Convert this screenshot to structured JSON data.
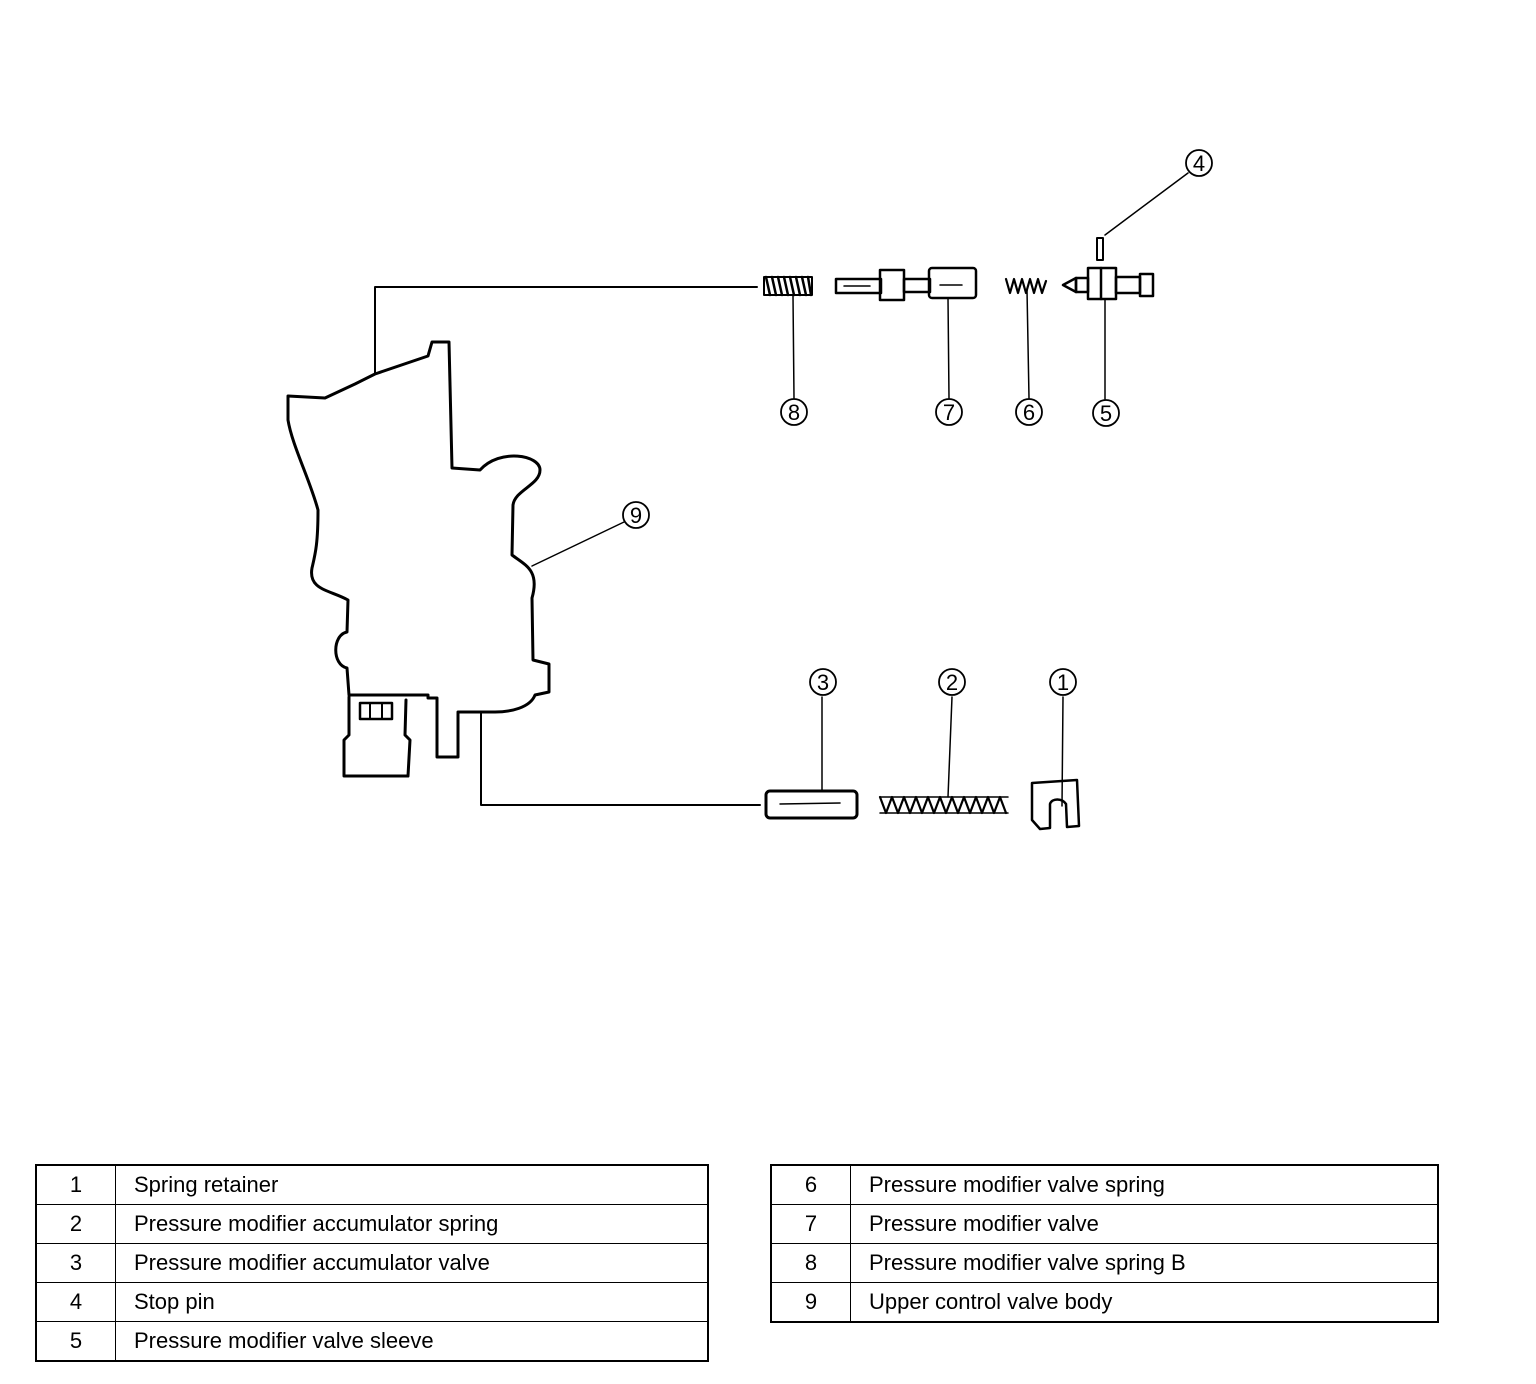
{
  "callouts": {
    "c1": "1",
    "c2": "2",
    "c3": "3",
    "c4": "4",
    "c5": "5",
    "c6": "6",
    "c7": "7",
    "c8": "8",
    "c9": "9"
  },
  "legend_left": [
    {
      "num": "1",
      "text": "Spring retainer"
    },
    {
      "num": "2",
      "text": "Pressure modifier accumulator spring"
    },
    {
      "num": "3",
      "text": "Pressure modifier accumulator valve"
    },
    {
      "num": "4",
      "text": "Stop pin"
    },
    {
      "num": "5",
      "text": "Pressure modifier valve sleeve"
    }
  ],
  "legend_right": [
    {
      "num": "6",
      "text": "Pressure modifier valve spring"
    },
    {
      "num": "7",
      "text": "Pressure modifier valve"
    },
    {
      "num": "8",
      "text": "Pressure modifier valve spring B"
    },
    {
      "num": "9",
      "text": "Upper control valve body"
    }
  ]
}
